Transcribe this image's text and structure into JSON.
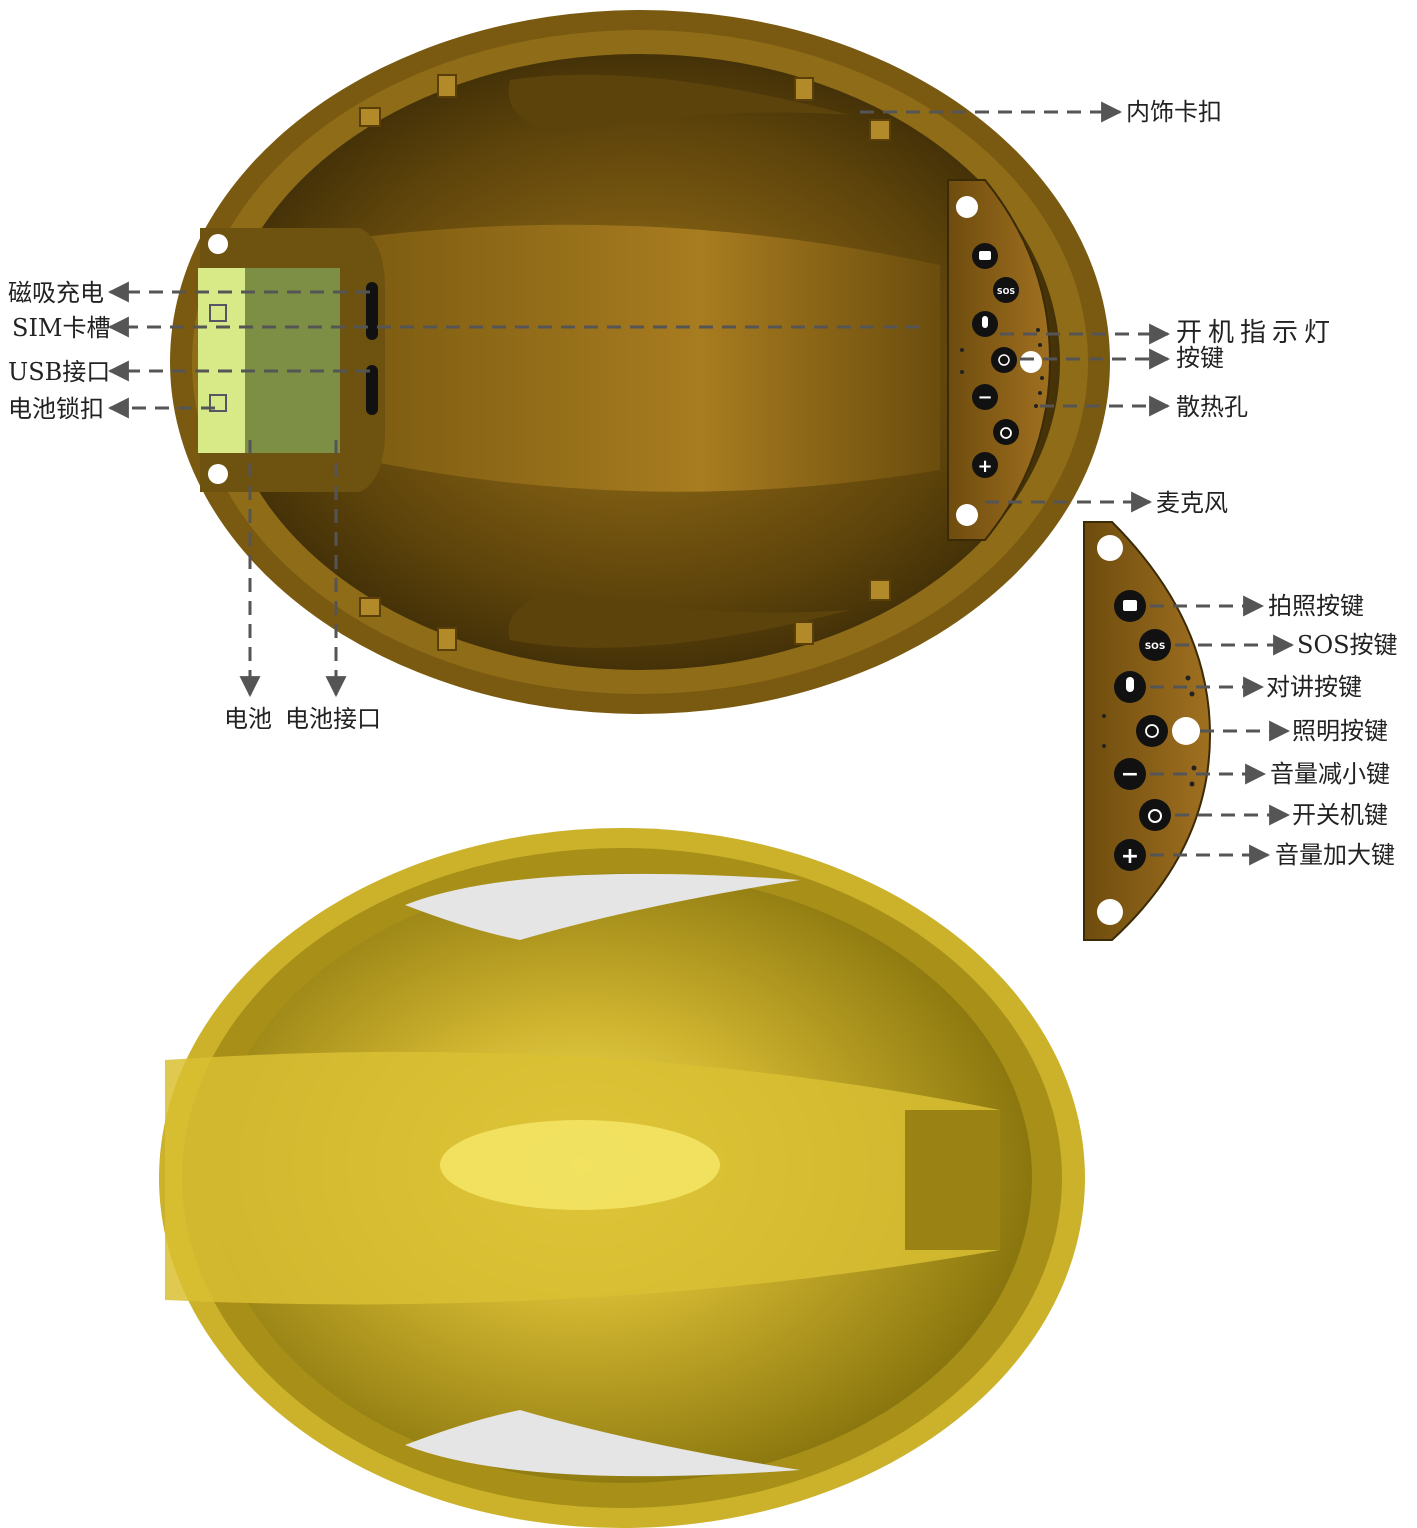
{
  "labels": {
    "magnetic_charging": "磁吸充电",
    "sim_slot": "SIM卡槽",
    "usb_port": "USB接口",
    "battery_lock": "电池锁扣",
    "battery": "电池",
    "battery_port": "电池接口",
    "trim_clip": "内饰卡扣",
    "power_indicator": "开机指示灯",
    "buttons": "按键",
    "vent_holes": "散热孔",
    "microphone": "麦克风",
    "photo_button": "拍照按键",
    "sos_button": "SOS按键",
    "talk_button": "对讲按键",
    "light_button": "照明按键",
    "volume_down_button": "音量减小键",
    "power_button": "开关机键",
    "volume_up_button": "音量加大键"
  },
  "button_glyphs": {
    "sos": "SOS",
    "minus": "−",
    "plus": "+"
  },
  "colors": {
    "shell_inner_dark": "#6b4f0c",
    "shell_inner_rim": "#8a6a16",
    "panel": "#8a6216",
    "battery_green": "#7c8f45",
    "battery_light": "#d8ea88",
    "shell_outer": "#d4b830",
    "shell_outer_dark": "#8f7a10",
    "arrow": "#555555"
  },
  "icons": [
    "camera-icon",
    "sos-icon",
    "microphone-icon",
    "light-icon",
    "minus-icon",
    "power-icon",
    "plus-icon"
  ]
}
